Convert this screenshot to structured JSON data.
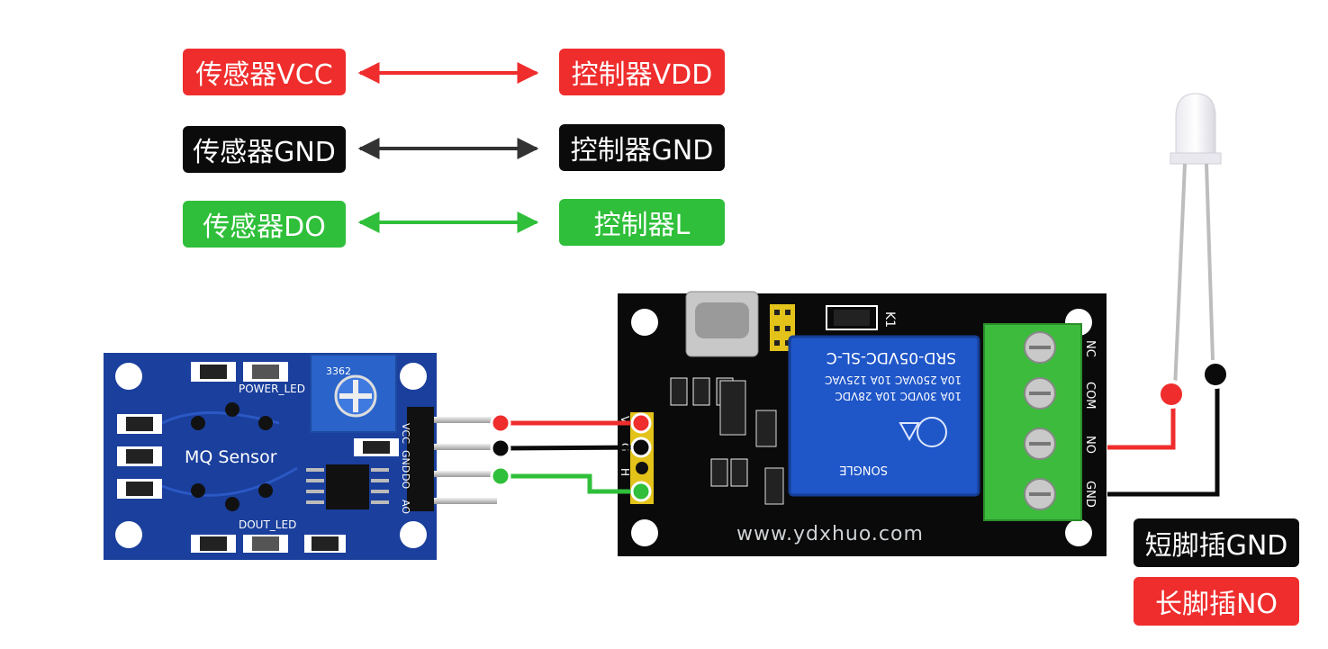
{
  "pin_labels": {
    "sensor_vcc": "传感器VCC",
    "controller_vdd": "控制器VDD",
    "sensor_gnd": "传感器GND",
    "controller_gnd": "控制器GND",
    "sensor_do": "传感器DO",
    "controller_l": "控制器L"
  },
  "led_labels": {
    "short_leg": "短脚插GND",
    "long_leg": "长脚插NO"
  },
  "sensor_board": {
    "name": "MQ Sensor",
    "power_led": "POWER_LED",
    "dout_led": "DOUT_LED",
    "pins": [
      "VCC",
      "GND",
      "DO",
      "AO"
    ],
    "pot": "3362"
  },
  "relay_board": {
    "pins": [
      "V",
      "G",
      "H"
    ],
    "terminals": [
      "NC",
      "COM",
      "NO",
      "GND"
    ],
    "relay_text": {
      "model": "SRD-05VDC-SL-C",
      "rating1": "10A 250VAC  10A 125VAC",
      "rating2": "10A 30VDC  10A 28VDC",
      "brand": "SONGLE"
    },
    "k1": "K1"
  },
  "watermark": "www.ydxhuo.com",
  "colors": {
    "red": "#ef2d2d",
    "black": "#0b0b0b",
    "green": "#2fbf3a",
    "sensor_pcb": "#1a3f9c",
    "relay_pcb": "#0a0a0a",
    "terminal": "#3dbb3d"
  }
}
